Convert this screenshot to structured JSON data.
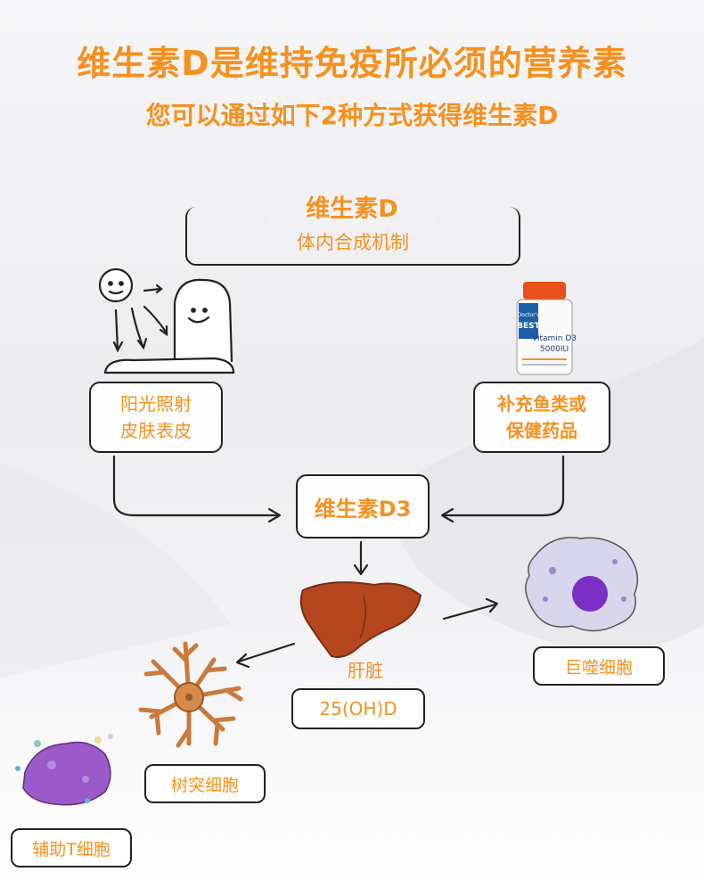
{
  "header": {
    "title": "维生素D是维持免疫所必须的营养素",
    "subtitle": "您可以通过如下2种方式获得维生素D"
  },
  "top_box": {
    "title": "维生素D",
    "subtitle": "体内合成机制"
  },
  "sources": {
    "sunlight": {
      "line1": "阳光照射",
      "line2": "皮肤表皮"
    },
    "supplement": {
      "line1": "补充鱼类或",
      "line2": "保健药品"
    }
  },
  "supplement_bottle": {
    "brand_text": "Doctor's BEST",
    "product_line1": "Vitamin D3",
    "product_line2": "5000IU"
  },
  "center": {
    "label": "维生素D3"
  },
  "liver": {
    "label": "肝脏",
    "metabolite": "25(OH)D"
  },
  "cells": {
    "macrophage": "巨噬细胞",
    "dendritic": "树突细胞",
    "helper_t": "辅助T细胞"
  },
  "colors": {
    "accent": "#f5911f",
    "line": "#222222",
    "liver": "#b5471f",
    "dendritic": "#d9894a",
    "macrophage_nucleus": "#7b2fc4",
    "t_cell": "#9b5ac7"
  }
}
